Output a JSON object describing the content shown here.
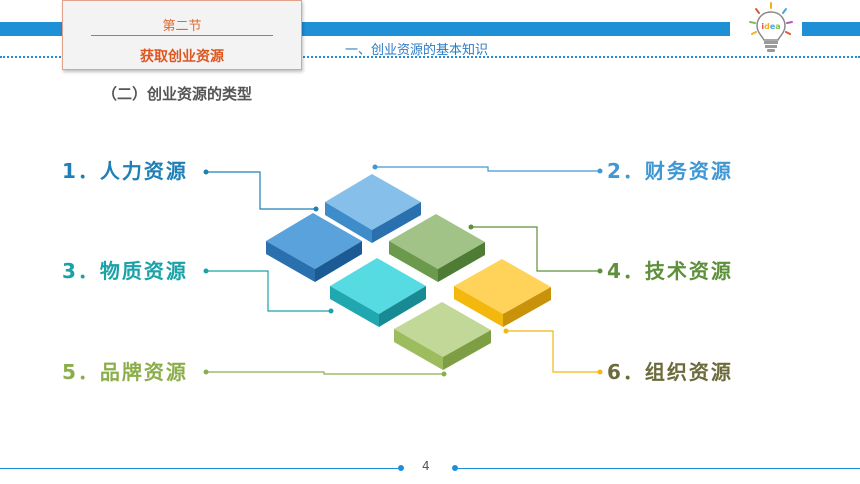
{
  "header": {
    "section_label": "第二节",
    "section_title": "获取创业资源",
    "breadcrumb": "一、创业资源的基本知识",
    "logo_text": "idea"
  },
  "subtitle": "（二）创业资源的类型",
  "resources": [
    {
      "label": "1．人力资源",
      "color": "#1f7fb7",
      "block_color": "#2e7fc2"
    },
    {
      "label": "2．财务资源",
      "color": "#3f97d3",
      "block_color": "#5aa7e0"
    },
    {
      "label": "3．物质资源",
      "color": "#1ba2a8",
      "block_color": "#2fc3c8"
    },
    {
      "label": "4．技术资源",
      "color": "#5e8f3b",
      "block_color": "#7fa95d"
    },
    {
      "label": "5．品牌资源",
      "color": "#8cae4a",
      "block_color": "#a9c46b"
    },
    {
      "label": "6．组织资源",
      "color": "#6b6b3c",
      "block_color": "#f3b70e"
    }
  ],
  "footer": {
    "page_number": "4"
  }
}
